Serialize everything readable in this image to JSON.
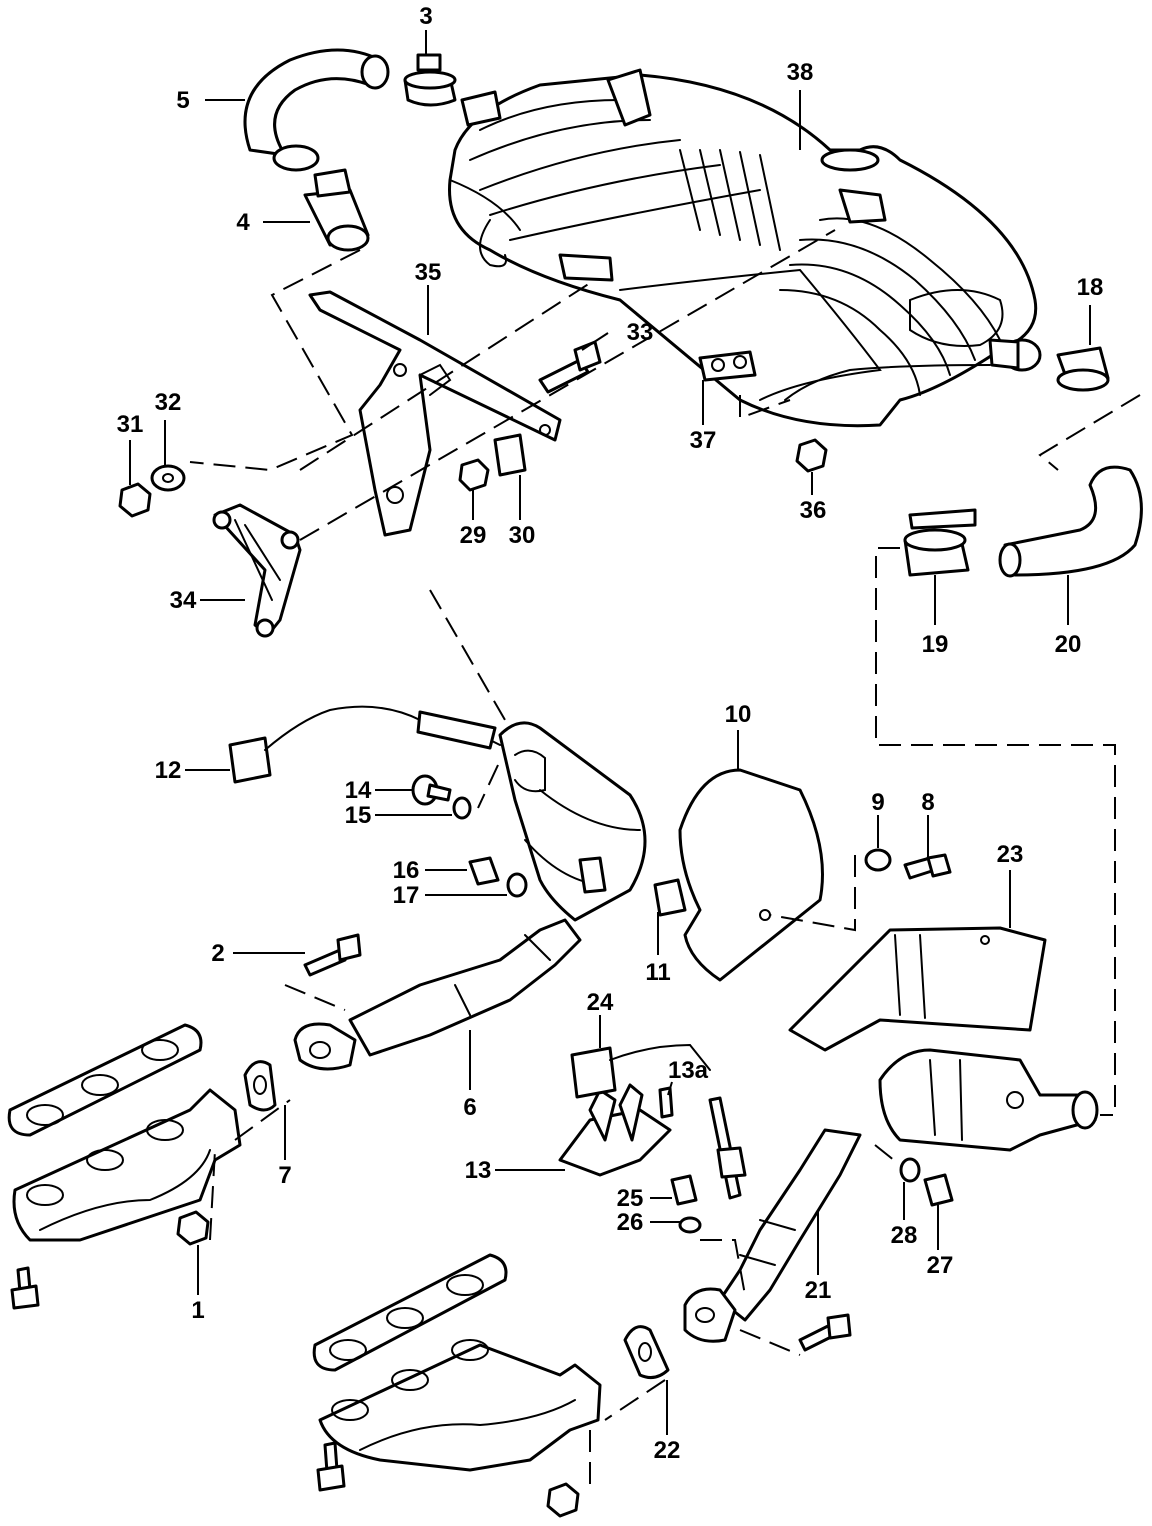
{
  "callouts": {
    "c1": "1",
    "c2": "2",
    "c3": "3",
    "c4": "4",
    "c5": "5",
    "c6": "6",
    "c7": "7",
    "c8": "8",
    "c9": "9",
    "c10": "10",
    "c11": "11",
    "c12": "12",
    "c13": "13",
    "c13a": "13a",
    "c14": "14",
    "c15": "15",
    "c16": "16",
    "c17": "17",
    "c18": "18",
    "c19": "19",
    "c20": "20",
    "c21": "21",
    "c22": "22",
    "c23": "23",
    "c24": "24",
    "c25": "25",
    "c26": "26",
    "c27": "27",
    "c28": "28",
    "c29": "29",
    "c30": "30",
    "c31": "31",
    "c32": "32",
    "c33": "33",
    "c34": "34",
    "c35": "35",
    "c36": "36",
    "c37": "37",
    "c38": "38"
  }
}
